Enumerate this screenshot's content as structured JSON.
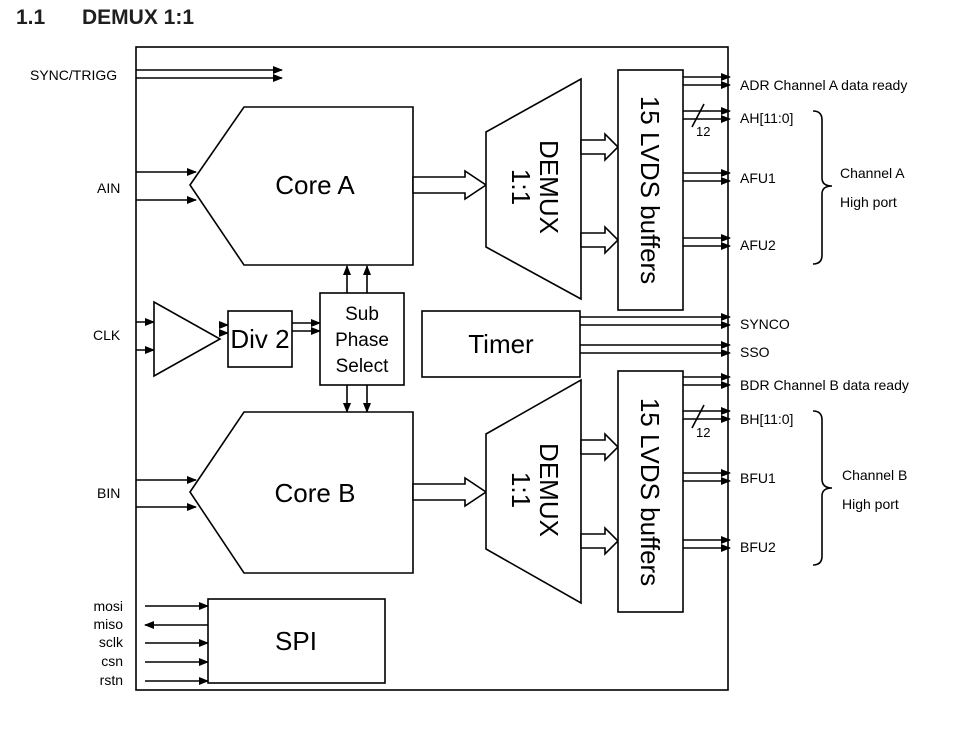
{
  "heading": {
    "number": "1.1",
    "title": "DEMUX 1:1"
  },
  "inputs": {
    "sync_trigg": "SYNC/TRIGG",
    "ain": "AIN",
    "clk": "CLK",
    "bin": "BIN",
    "spi_pins": [
      "mosi",
      "miso",
      "sclk",
      "csn",
      "rstn"
    ]
  },
  "blocks": {
    "core_a": "Core A",
    "core_b": "Core B",
    "div2": "Div 2",
    "sub_phase": [
      "Sub",
      "Phase",
      "Select"
    ],
    "timer": "Timer",
    "spi": "SPI",
    "demux_a": [
      "DEMUX",
      "1:1"
    ],
    "demux_b": [
      "DEMUX",
      "1:1"
    ],
    "lvds_a": "15 LVDS buffers",
    "lvds_b": "15 LVDS buffers"
  },
  "outputs": {
    "adr": "ADR Channel A data ready",
    "ah": "AH[11:0]",
    "afu1": "AFU1",
    "afu2": "AFU2",
    "synco": "SYNCO",
    "sso": "SSO",
    "bdr": "BDR Channel B data ready",
    "bh": "BH[11:0]",
    "bfu1": "BFU1",
    "bfu2": "BFU2",
    "bus_width_a": "12",
    "bus_width_b": "12"
  },
  "groups": {
    "channel_a": [
      "Channel A",
      "High port"
    ],
    "channel_b": [
      "Channel B",
      "High port"
    ]
  }
}
